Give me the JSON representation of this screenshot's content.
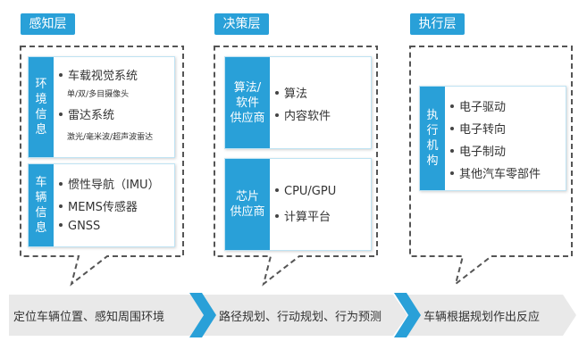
{
  "columns": [
    {
      "header": "感知层",
      "cards": [
        {
          "tab": "环\n境\n信\n息",
          "items": [
            {
              "label": "车载视觉系统",
              "sub": "单/双/多目摄像头"
            },
            {
              "label": "雷达系统",
              "sub": "激光/毫米波/超声波雷达"
            }
          ]
        },
        {
          "tab": "车\n辆\n信\n息",
          "items": [
            {
              "label": "惯性导航（IMU）"
            },
            {
              "label": "MEMS传感器"
            },
            {
              "label": "GNSS"
            }
          ]
        }
      ]
    },
    {
      "header": "决策层",
      "cards": [
        {
          "tab": "算法/\n软件\n供应商",
          "items": [
            {
              "label": "算法"
            },
            {
              "label": "内容软件"
            }
          ]
        },
        {
          "tab": "芯片\n供应商",
          "items": [
            {
              "label": "CPU/GPU"
            },
            {
              "label": "计算平台"
            }
          ]
        }
      ]
    },
    {
      "header": "执行层",
      "cards": [
        {
          "tab": "执\n行\n机\n构",
          "items": [
            {
              "label": "电子驱动"
            },
            {
              "label": "电子转向"
            },
            {
              "label": "电子制动"
            },
            {
              "label": "其他汽车零部件"
            }
          ]
        }
      ]
    }
  ],
  "flow": [
    "定位车辆位置、感知周围环境",
    "路径规划、行动规划、行为预测",
    "车辆根据规划作出反应"
  ],
  "colors": {
    "accent": "#29a0d8",
    "band": "#e8e8e8",
    "dash": "#555555"
  }
}
